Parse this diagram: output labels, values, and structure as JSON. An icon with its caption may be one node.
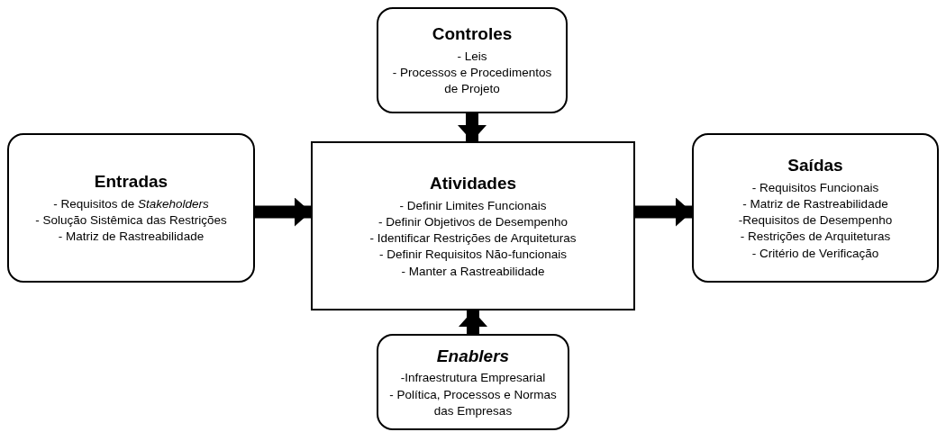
{
  "diagram": {
    "nodes": [
      {
        "text": [
          "Controles",
          "- Leis",
          "- Processos e Procedimentos de Projeto"
        ]
      },
      {
        "text": [
          "Entradas",
          "- Requisitos de *Stakeholders*",
          "- Solução Sistêmica das Restrições",
          "- Matriz de Rastreabilidade"
        ]
      },
      {
        "text": [
          "Atividades",
          "- Definir Limites Funcionais",
          "- Definir Objetivos de Desempenho",
          "- Identificar Restrições de Arquiteturas",
          "- Definir Requisitos Não-funcionais",
          "- Manter a Rastreabilidade"
        ]
      },
      {
        "text": [
          "Saídas",
          "- Requisitos Funcionais",
          "- Matriz de Rastreabilidade",
          "-Requisitos de Desempenho",
          "- Restrições de Arquiteturas",
          "- Critério de Verificação"
        ]
      },
      {
        "text": [
          "*Enablers*",
          "-Infraestrutura Empresarial",
          "- Política, Processos e Normas das Empresas"
        ]
      }
    ],
    "edges": [
      {
        "from": 0,
        "to": 2,
        "arrow": "to"
      },
      {
        "from": 1,
        "to": 2,
        "arrow": "to"
      },
      {
        "from": 2,
        "to": 3,
        "arrow": "to"
      },
      {
        "from": 4,
        "to": 2,
        "arrow": "to"
      }
    ]
  }
}
